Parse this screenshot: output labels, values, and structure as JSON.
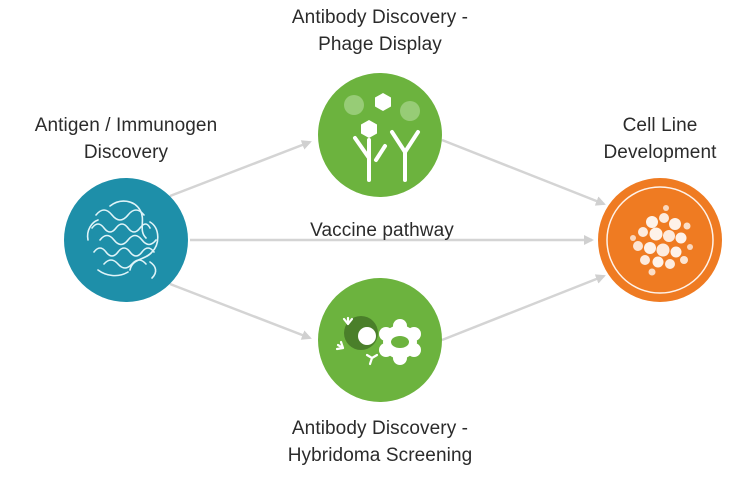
{
  "nodes": {
    "antigen": {
      "line1": "Antigen / Immunogen",
      "line2": "Discovery",
      "color": "#1e8fa9"
    },
    "phage": {
      "line1": "Antibody Discovery -",
      "line2": "Phage Display",
      "color": "#6cb33e"
    },
    "hybridoma": {
      "line1": "Antibody Discovery -",
      "line2": "Hybridoma Screening",
      "color": "#6cb33e"
    },
    "cell_line": {
      "line1": "Cell Line",
      "line2": "Development",
      "color": "#ef7b22"
    }
  },
  "edges": {
    "vaccine_label": "Vaccine pathway",
    "arrow_color": "#d0d0d0"
  },
  "icons": {
    "antigen": "protein-structure-icon",
    "phage": "phage-antibody-icon",
    "hybridoma": "hybridoma-cell-icon",
    "cell_line": "cell-culture-icon"
  }
}
